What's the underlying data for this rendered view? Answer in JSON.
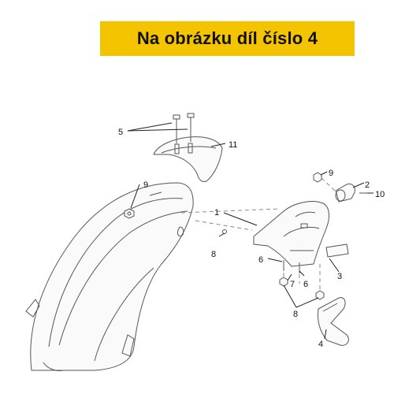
{
  "banner": {
    "text": "Na obrázku díl číslo 4",
    "color": "#f5c400"
  },
  "callouts": {
    "c1": "1",
    "c2": "2",
    "c3": "3",
    "c4": "4",
    "c5": "5",
    "c6a": "6",
    "c6b": "6",
    "c7": "7",
    "c8a": "8",
    "c8b": "8",
    "c9a": "9",
    "c9b": "9",
    "c10": "10",
    "c11": "11"
  }
}
